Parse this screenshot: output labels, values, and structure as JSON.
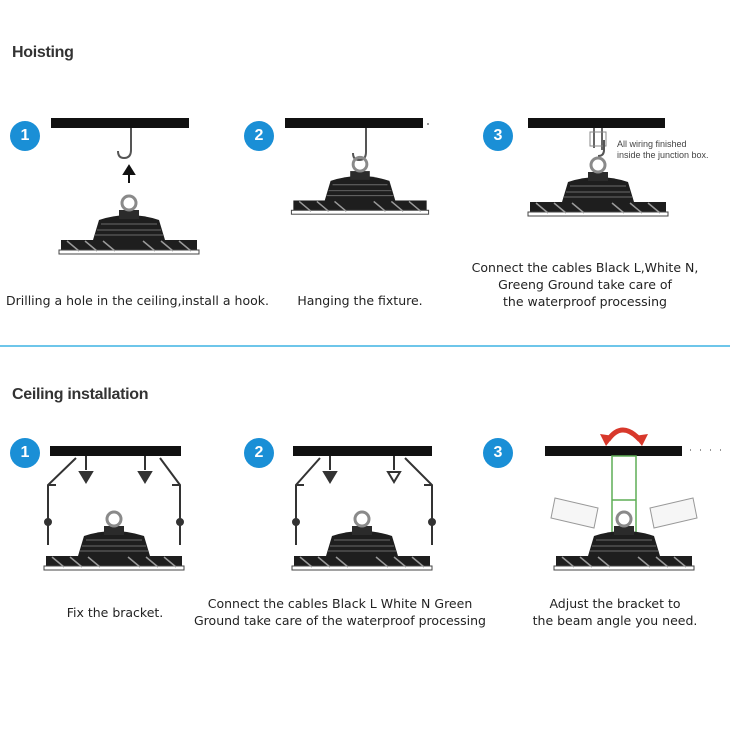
{
  "colors": {
    "accent": "#1a8fd6",
    "divider": "#6ec6ea",
    "arrow": "#d8382b",
    "bracket_green": "#5fae56"
  },
  "hoisting": {
    "title": "Hoisting",
    "steps": [
      {
        "number": "1",
        "caption_lines": [
          "Drilling a hole in the ceiling,install a hook."
        ]
      },
      {
        "number": "2",
        "caption_lines": [
          "Hanging the fixture."
        ]
      },
      {
        "number": "3",
        "note_lines": [
          "All wiring finished",
          "inside the junction box."
        ],
        "caption_lines": [
          "Connect the cables Black L,White N,",
          "Greeng Ground take care of",
          "the waterproof processing"
        ]
      }
    ]
  },
  "ceiling": {
    "title": "Ceiling installation",
    "steps": [
      {
        "number": "1",
        "caption_lines": [
          "Fix the bracket."
        ]
      },
      {
        "number": "2",
        "caption_lines": [
          "Connect the cables Black L White N Green",
          "Ground take care of the waterproof processing"
        ]
      },
      {
        "number": "3",
        "caption_lines": [
          "Adjust the bracket to",
          "the beam angle you need."
        ]
      }
    ]
  },
  "icons": [
    "ceiling-hook-icon",
    "up-arrow-icon",
    "ufo-highbay-lamp-icon",
    "mounting-bracket-icon",
    "rotate-arrow-icon"
  ]
}
